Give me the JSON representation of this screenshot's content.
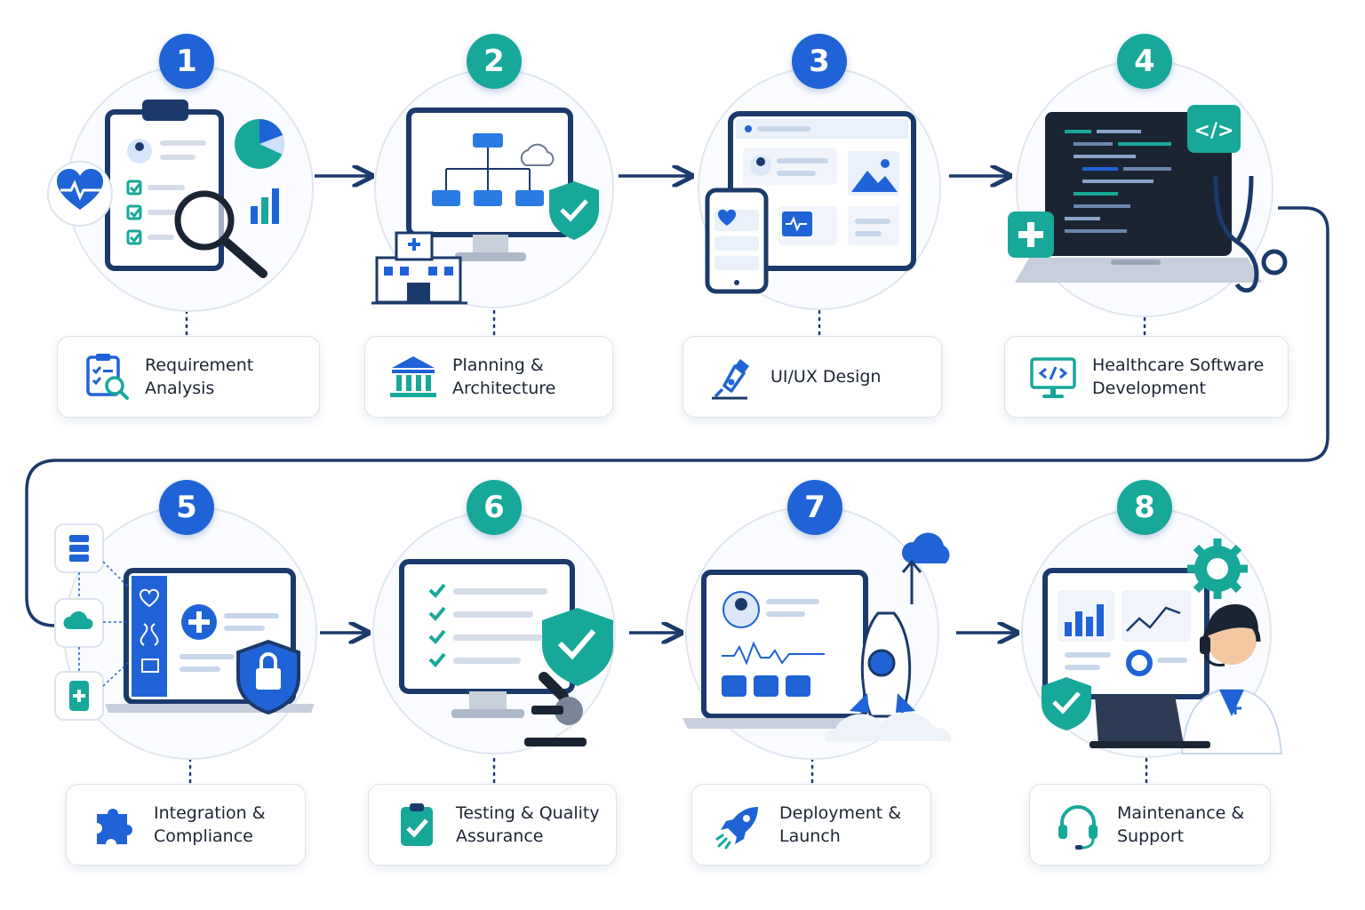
{
  "steps": [
    {
      "number": "1",
      "label": "Requirement Analysis"
    },
    {
      "number": "2",
      "label": "Planning &\nArchitecture"
    },
    {
      "number": "3",
      "label": "UI/UX Design"
    },
    {
      "number": "4",
      "label": "Healthcare Software\nDevelopment"
    },
    {
      "number": "5",
      "label": "Integration &\nCompliance"
    },
    {
      "number": "6",
      "label": "Testing & Quality\nAssurance"
    },
    {
      "number": "7",
      "label": "Deployment &\nLaunch"
    },
    {
      "number": "8",
      "label": "Maintenance &\nSupport"
    }
  ],
  "illustrations": [
    "clipboard-magnifier-illustration",
    "monitor-architecture-illustration",
    "responsive-design-illustration",
    "laptop-code-illustration",
    "laptop-security-illustration",
    "monitor-checklist-illustration",
    "rocket-launch-illustration",
    "support-agent-illustration"
  ],
  "colors": {
    "navy": "#1b3a6b",
    "blue": "#1f63d6",
    "teal": "#17a89a",
    "light": "#eaf2fc"
  }
}
